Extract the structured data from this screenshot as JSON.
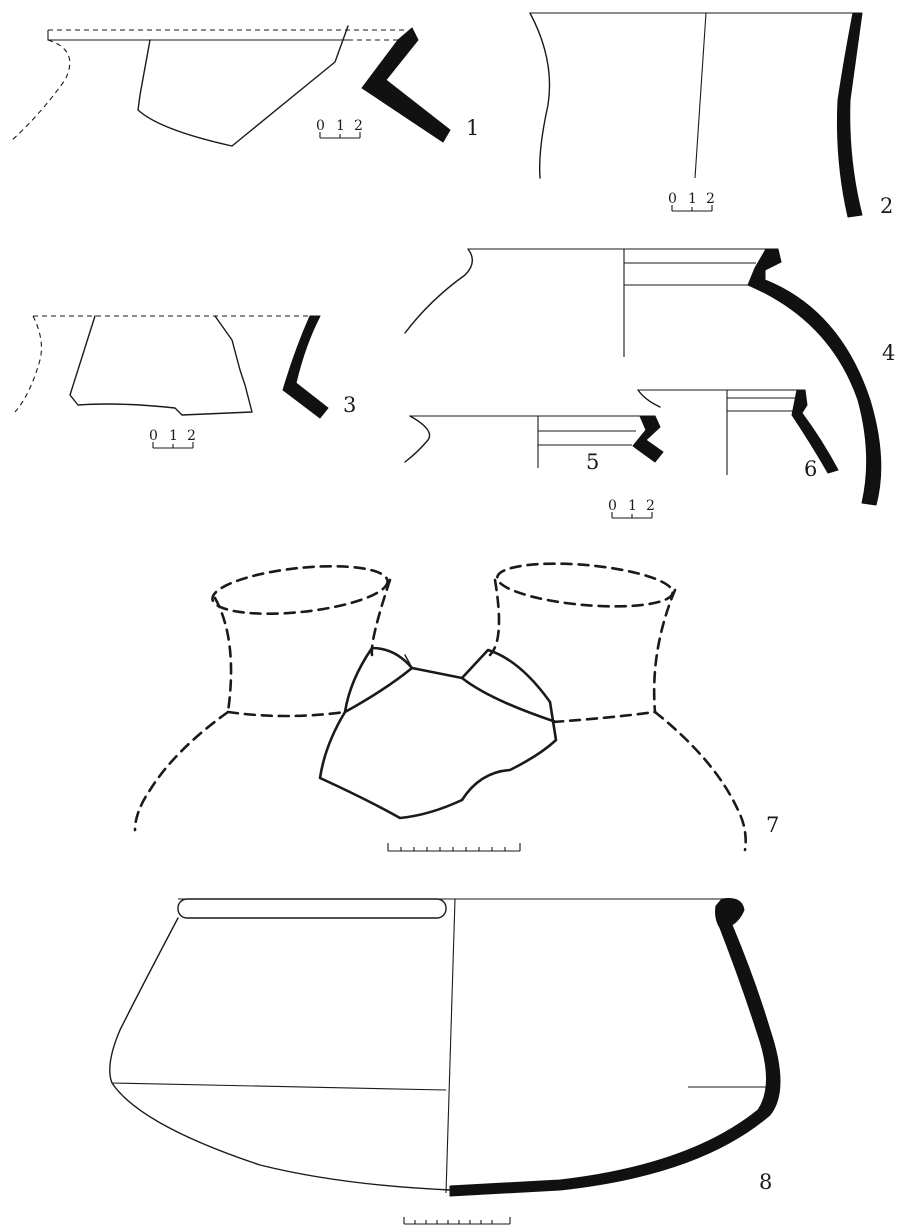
{
  "figures": [
    {
      "number": "1"
    },
    {
      "number": "2"
    },
    {
      "number": "3"
    },
    {
      "number": "4"
    },
    {
      "number": "5"
    },
    {
      "number": "6"
    },
    {
      "number": "7"
    },
    {
      "number": "8"
    }
  ],
  "scale_bars": [
    {
      "labels": [
        "0",
        "1",
        "2"
      ]
    },
    {
      "labels": [
        "0",
        "1",
        "2"
      ]
    },
    {
      "labels": [
        "0",
        "1",
        "2"
      ]
    },
    {
      "labels": [
        "0",
        "1",
        "2"
      ]
    },
    {
      "labels": []
    },
    {
      "labels": []
    }
  ]
}
